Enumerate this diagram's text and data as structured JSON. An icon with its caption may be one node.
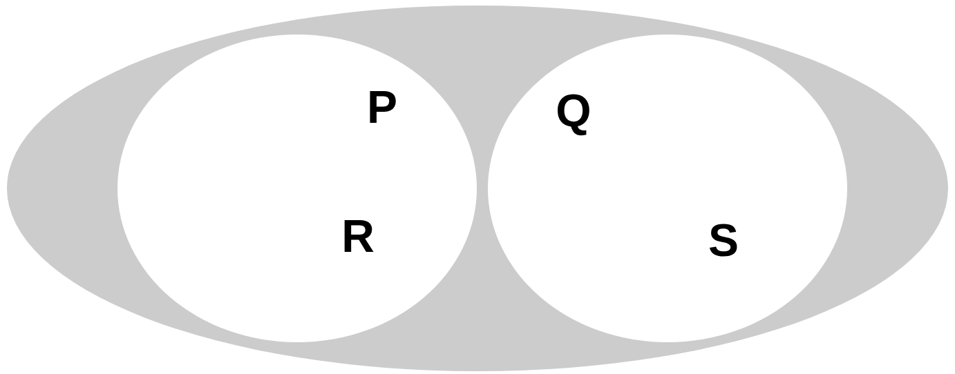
{
  "diagram": {
    "nodes": [
      {
        "text": [],
        "shape": "ellipse"
      },
      {
        "text": [
          "P",
          "R"
        ],
        "in": 0
      },
      {
        "text": [
          "Q",
          "S"
        ],
        "in": 0
      }
    ]
  }
}
